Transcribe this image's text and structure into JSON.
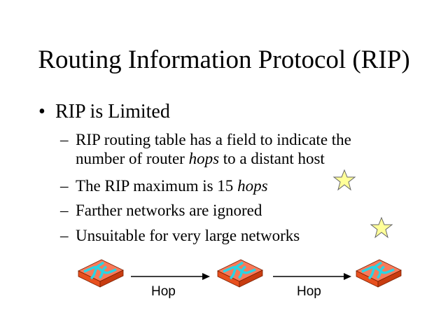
{
  "title": "Routing Information Protocol (RIP)",
  "bullet": "RIP is Limited",
  "subitems": {
    "s1a": "RIP routing table has a field to indicate the",
    "s1b_pre": "number of router ",
    "s1b_em": "hops",
    "s1b_post": " to a distant host",
    "s2_pre": "The RIP maximum is 15 ",
    "s2_em": "hops",
    "s3": "Farther networks are ignored",
    "s4": "Unsuitable for very large networks"
  },
  "diagram": {
    "hop1": "Hop",
    "hop2": "Hop"
  },
  "colors": {
    "router_top": "#f87a5a",
    "router_side": "#e8501e",
    "arrows": "#2ad4e4",
    "star": "#ffff99"
  }
}
